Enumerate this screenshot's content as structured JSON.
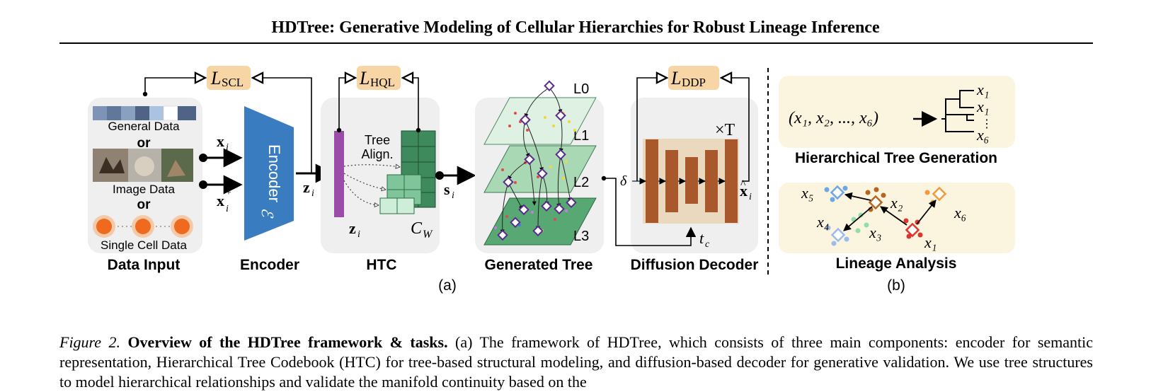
{
  "paper": {
    "title": "HDTree: Generative Modeling of Cellular Hierarchies for Robust Lineage Inference"
  },
  "figure": {
    "panel_a": "(a)",
    "panel_b": "(b)",
    "sections": {
      "data_input": "Data Input",
      "encoder": "Encoder",
      "htc": "HTC",
      "generated_tree": "Generated Tree",
      "diffusion_decoder": "Diffusion Decoder",
      "hier_tree_gen": "Hierarchical Tree Generation",
      "lineage_analysis": "Lineage Analysis"
    },
    "data_input": {
      "general": "General Data",
      "or1": "or",
      "image": "Image Data",
      "or2": "or",
      "single_cell": "Single Cell Data"
    },
    "losses": {
      "scl": "SCL",
      "hql": "HQL",
      "ddp": "DDP"
    },
    "encoder_label": "Encoder",
    "encoder_sym": "ℰ",
    "encoder_sub": "ε",
    "htc": {
      "tree_align_1": "Tree",
      "tree_align_2": "Align.",
      "codebook": "C",
      "codebook_sub": "W"
    },
    "levels": [
      "L0",
      "L1",
      "L2",
      "L3"
    ],
    "decoder": {
      "times": "×T",
      "delta": "δ",
      "tc": "t",
      "tc_sub": "c"
    },
    "tree_tuple": "(x₁, x₂, ..., x₆)",
    "tree_leaves": [
      "x₁",
      "x₁",
      "⋮",
      "x₆"
    ],
    "lineage_labels": [
      "x₅",
      "x₂",
      "x₆",
      "x₄",
      "x₃",
      "x₁"
    ],
    "symbols": {
      "x": "x",
      "i": "i",
      "plus": "+",
      "z": "z",
      "s": "s"
    },
    "colors": {
      "encoder": "#3a7cc0",
      "htc_bar": "#9a4ca8",
      "codebook": "#3f8a5c",
      "decoder": "#a8582a",
      "loss_box": "#f7d5a4",
      "panel_bg": "#efefef",
      "cream": "#fbf4df"
    }
  },
  "caption": {
    "label": "Figure 2.",
    "heading": "Overview of the HDTree framework & tasks.",
    "text": "(a) The framework of HDTree, which consists of three main components: encoder for semantic representation, Hierarchical Tree Codebook (HTC) for tree-based structural modeling, and diffusion-based decoder for generative validation. We use tree structures to model hierarchical relationships and validate the manifold continuity based on the"
  }
}
